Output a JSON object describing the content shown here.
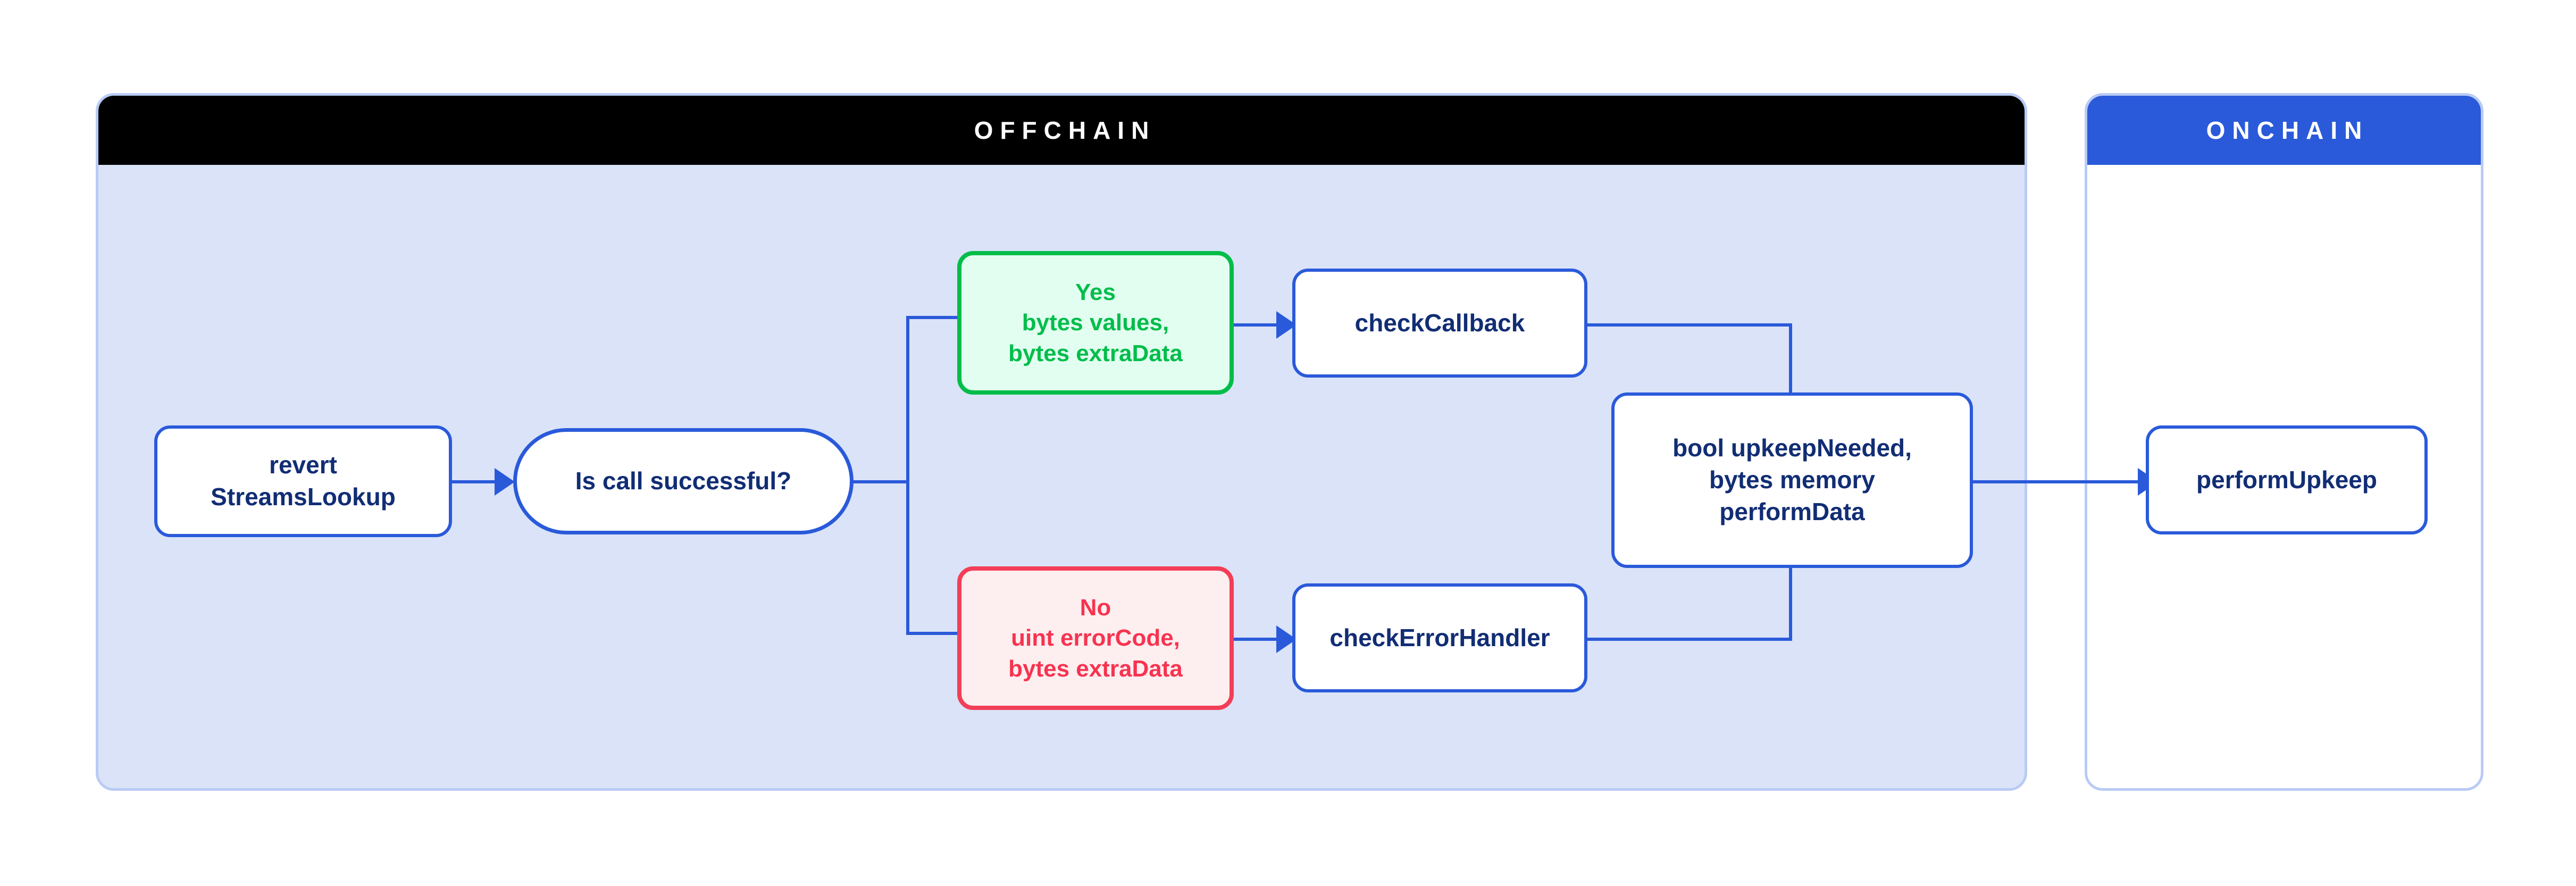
{
  "diagram": {
    "title_offchain": "OFFCHAIN",
    "title_onchain": "ONCHAIN",
    "colors": {
      "offchain_header_bg": "#000000",
      "offchain_body_bg": "#dae3f8",
      "onchain_header_bg": "#2a5ada",
      "onchain_body_bg": "#ffffff",
      "panel_border": "#b9cbf4",
      "connector": "#2a5ada",
      "node_border_blue": "#2a5ada",
      "node_text_blue": "#112d74",
      "node_border_green": "#00bd4a",
      "node_fill_green": "#e2fef0",
      "node_border_red": "#f33e58",
      "node_fill_red": "#fdeef0"
    }
  },
  "nodes": {
    "revert_streams_lookup": "revert\nStreamsLookup",
    "is_call_successful": "Is call successful?",
    "yes_branch": "Yes\nbytes values,\nbytes extraData",
    "no_branch": "No\nuint errorCode,\nbytes extraData",
    "check_callback": "checkCallback",
    "check_error_handler": "checkErrorHandler",
    "upkeep_needed": "bool upkeepNeeded,\nbytes memory\nperformData",
    "perform_upkeep": "performUpkeep"
  }
}
